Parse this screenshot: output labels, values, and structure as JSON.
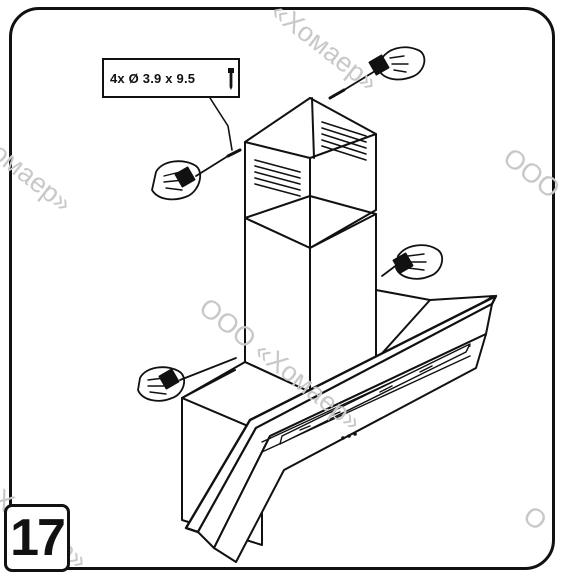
{
  "callout": {
    "label": "4x Ø 3.9 x 9.5",
    "icon": "screw-icon"
  },
  "step": {
    "number": "17"
  },
  "watermark": {
    "center": "ООО «Хомаер»",
    "top": "«Хомаер»",
    "left": "Хомаер»",
    "right": "ООО",
    "bottom_left": "«Хомаер»",
    "bottom_right": "О"
  },
  "colors": {
    "line": "#111111",
    "watermark": "#c8c8c8",
    "background": "#ffffff"
  }
}
